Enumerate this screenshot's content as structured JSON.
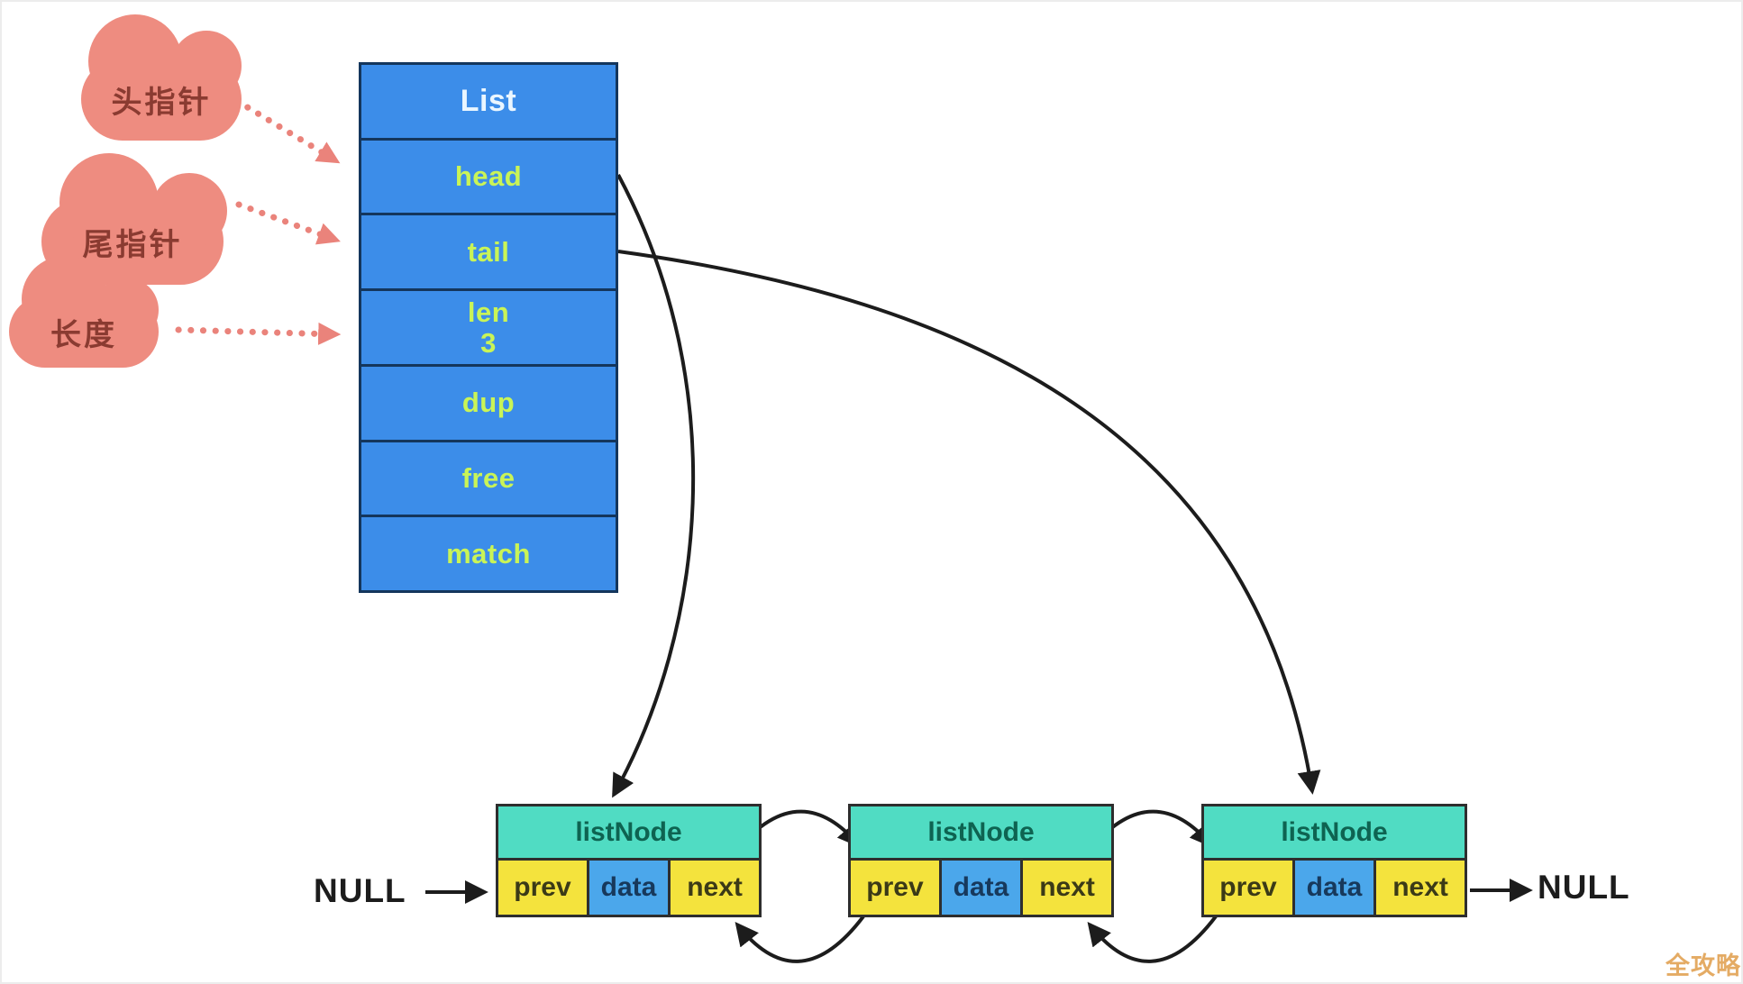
{
  "diagram": {
    "clouds": [
      {
        "label": "头指针"
      },
      {
        "label": "尾指针"
      },
      {
        "label": "长度"
      }
    ],
    "list_struct": {
      "header": "List",
      "rows": [
        {
          "label": "head"
        },
        {
          "label": "tail"
        },
        {
          "label": "len",
          "value": "3"
        },
        {
          "label": "dup"
        },
        {
          "label": "free"
        },
        {
          "label": "match"
        }
      ]
    },
    "nodes": [
      {
        "title": "listNode",
        "cells": {
          "prev": "prev",
          "data": "data",
          "next": "next"
        }
      },
      {
        "title": "listNode",
        "cells": {
          "prev": "prev",
          "data": "data",
          "next": "next"
        }
      },
      {
        "title": "listNode",
        "cells": {
          "prev": "prev",
          "data": "data",
          "next": "next"
        }
      }
    ],
    "null_left": "NULL",
    "null_right": "NULL",
    "watermark": "全攻略",
    "colors": {
      "list_fill": "#3C8DE9",
      "list_border": "#14365C",
      "list_text": "#C9F457",
      "list_header_text": "#EAF6FF",
      "cloud_fill": "#EE8C80",
      "cloud_text": "#8A3B31",
      "dotted_arrow": "#EA837B",
      "node_header_fill": "#50DCC3",
      "node_header_text": "#0E6351",
      "cell_yellow": "#F4E33D",
      "cell_yellow_text": "#3B3A17",
      "cell_blue": "#4BA7EB",
      "cell_blue_text": "#17395C",
      "arrow_black": "#1C1C1C",
      "watermark_color": "#E2A254"
    }
  }
}
